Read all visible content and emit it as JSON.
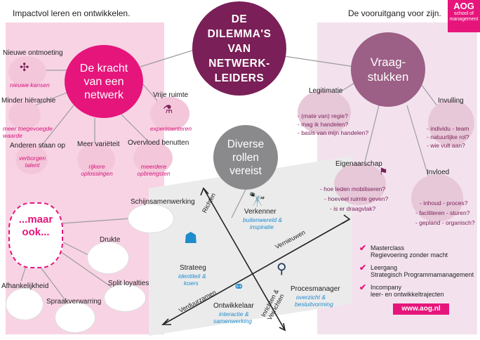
{
  "header": {
    "left_tagline": "Impactvol leren en ontwikkelen.",
    "right_tagline": "De vooruitgang voor zijn."
  },
  "title": {
    "lines": [
      "DE",
      "DILEMMA'S",
      "VAN",
      "NETWERK-",
      "LEIDERS"
    ]
  },
  "logo": {
    "name": "AOG",
    "sub_line1": "school of",
    "sub_line2": "management"
  },
  "kracht": {
    "title_lines": [
      "De kracht",
      "van een",
      "netwerk"
    ],
    "items": [
      {
        "label": "Nieuwe ontmoeting",
        "sub": "nieuwe kansen"
      },
      {
        "label": "Minder hiërarchie",
        "sub": "meer toegevoegde waarde"
      },
      {
        "label": "Anderen staan op",
        "sub": "verborgen talent"
      },
      {
        "label": "Meer variëteit",
        "sub": "rijkere oplossingen"
      },
      {
        "label": "Overvloed benutten",
        "sub": "meerdere opbrengsten"
      },
      {
        "label": "Vrije ruimte",
        "sub": "experimenteren"
      }
    ]
  },
  "maar": {
    "title_lines": [
      "...maar",
      "ook..."
    ],
    "items": [
      {
        "label": "Schijnsamenwerking"
      },
      {
        "label": "Drukte"
      },
      {
        "label": "Split loyalties"
      },
      {
        "label": "Spraakverwarring"
      },
      {
        "label": "Afhankelijkheid"
      }
    ]
  },
  "vraagstukken": {
    "title_lines": [
      "Vraag-",
      "stukken"
    ],
    "items": [
      {
        "label": "Legitimatie",
        "questions": [
          "- (mate van) regie?",
          "- mag ik handelen?",
          "- basis van mijn handelen?"
        ]
      },
      {
        "label": "Invulling",
        "questions": [
          "- individu - team",
          "- natuurlijke rol?",
          "- wie vult aan?"
        ]
      },
      {
        "label": "Eigenaarschap",
        "questions": [
          "- hoe leden mobiliseren?",
          "- hoeveel ruimte geven?",
          "- is er draagvlak?"
        ]
      },
      {
        "label": "Invloed",
        "questions": [
          "- inhoud - proces?",
          "- faciliteren - sturen?",
          "- gepland - organisch?"
        ]
      }
    ]
  },
  "rollen": {
    "title_lines": [
      "Diverse",
      "rollen",
      "vereist"
    ],
    "axes": {
      "up": "Richten",
      "right": "Vernieuwen",
      "left": "Verduurzamen",
      "down": "Inrichten & Verrichten"
    },
    "roles": [
      {
        "label": "Verkenner",
        "sub": [
          "buitenwereld &",
          "inspiratie"
        ]
      },
      {
        "label": "Strateeg",
        "sub": [
          "identiteit &",
          "koers"
        ]
      },
      {
        "label": "Procesmanager",
        "sub": [
          "overzicht &",
          "besluitvorming"
        ]
      },
      {
        "label": "Ontwikkelaar",
        "sub": [
          "interactie &",
          "samenwerking"
        ]
      }
    ]
  },
  "offers": [
    {
      "line1": "Masterclass",
      "line2": "Regievoering zonder macht"
    },
    {
      "line1": "Leergang",
      "line2": "Strategisch Programmamanagement"
    },
    {
      "line1": "Incompany",
      "line2": "leer- en ontwikkeltrajecten"
    }
  ],
  "url": "www.aog.nl",
  "colors": {
    "magenta": "#e6157b",
    "plum": "#7a1f57",
    "mauve": "#9c5f85",
    "grey": "#8a8a8d",
    "pink_band": "#f8d3e4"
  }
}
